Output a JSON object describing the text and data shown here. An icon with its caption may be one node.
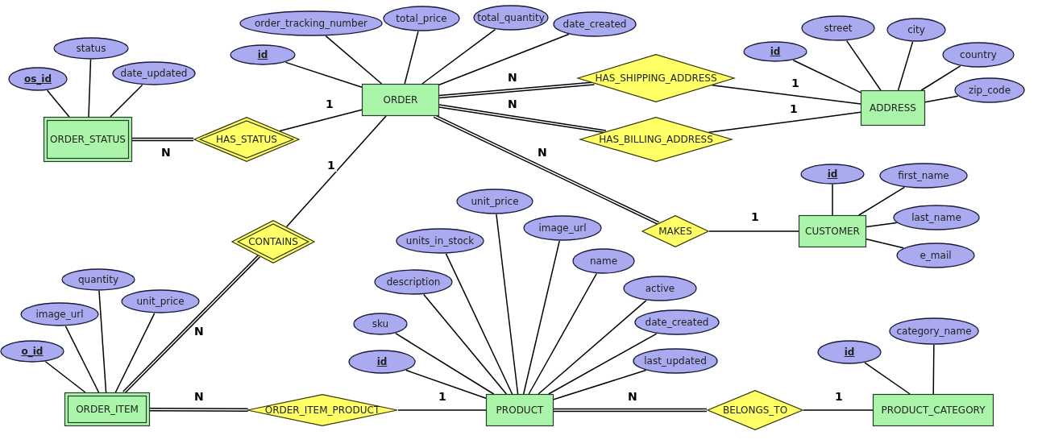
{
  "diagram": {
    "nodes": [
      {
        "text": [
          "status"
        ]
      },
      {
        "text": [
          "os_id"
        ]
      },
      {
        "text": [
          "date_updated"
        ]
      },
      {
        "text": [
          "ORDER_STATUS"
        ]
      },
      {
        "text": [
          "HAS_STATUS"
        ]
      },
      {
        "text": [
          "id"
        ]
      },
      {
        "text": [
          "order_tracking_number"
        ]
      },
      {
        "text": [
          "total_price"
        ]
      },
      {
        "text": [
          "total_quantity"
        ]
      },
      {
        "text": [
          "date_created"
        ]
      },
      {
        "text": [
          "ORDER"
        ]
      },
      {
        "text": [
          "HAS_SHIPPING_ADDRESS"
        ]
      },
      {
        "text": [
          "HAS_BILLING_ADDRESS"
        ]
      },
      {
        "text": [
          "id"
        ]
      },
      {
        "text": [
          "street"
        ]
      },
      {
        "text": [
          "city"
        ]
      },
      {
        "text": [
          "country"
        ]
      },
      {
        "text": [
          "zip_code"
        ]
      },
      {
        "text": [
          "ADDRESS"
        ]
      },
      {
        "text": [
          "MAKES"
        ]
      },
      {
        "text": [
          "id"
        ]
      },
      {
        "text": [
          "first_name"
        ]
      },
      {
        "text": [
          "last_name"
        ]
      },
      {
        "text": [
          "e_mail"
        ]
      },
      {
        "text": [
          "CUSTOMER"
        ]
      },
      {
        "text": [
          "CONTAINS"
        ]
      },
      {
        "text": [
          "quantity"
        ]
      },
      {
        "text": [
          "image_url"
        ]
      },
      {
        "text": [
          "unit_price"
        ]
      },
      {
        "text": [
          "o_id"
        ]
      },
      {
        "text": [
          "ORDER_ITEM"
        ]
      },
      {
        "text": [
          "ORDER_ITEM_PRODUCT"
        ]
      },
      {
        "text": [
          "unit_price"
        ]
      },
      {
        "text": [
          "image_url"
        ]
      },
      {
        "text": [
          "units_in_stock"
        ]
      },
      {
        "text": [
          "name"
        ]
      },
      {
        "text": [
          "description"
        ]
      },
      {
        "text": [
          "active"
        ]
      },
      {
        "text": [
          "sku"
        ]
      },
      {
        "text": [
          "date_created"
        ]
      },
      {
        "text": [
          "id"
        ]
      },
      {
        "text": [
          "last_updated"
        ]
      },
      {
        "text": [
          "PRODUCT"
        ]
      },
      {
        "text": [
          "BELONGS_TO"
        ]
      },
      {
        "text": [
          "id"
        ]
      },
      {
        "text": [
          "category_name"
        ]
      },
      {
        "text": [
          "PRODUCT_CATEGORY"
        ]
      }
    ],
    "edges": [
      {
        "from": 0,
        "to": 3,
        "arrow": "none"
      },
      {
        "from": 1,
        "to": 3,
        "arrow": "none"
      },
      {
        "from": 2,
        "to": 3,
        "arrow": "none"
      },
      {
        "from": 5,
        "to": 10,
        "arrow": "none"
      },
      {
        "from": 6,
        "to": 10,
        "arrow": "none"
      },
      {
        "from": 7,
        "to": 10,
        "arrow": "none"
      },
      {
        "from": 8,
        "to": 10,
        "arrow": "none"
      },
      {
        "from": 9,
        "to": 10,
        "arrow": "none"
      },
      {
        "from": 13,
        "to": 18,
        "arrow": "none"
      },
      {
        "from": 14,
        "to": 18,
        "arrow": "none"
      },
      {
        "from": 15,
        "to": 18,
        "arrow": "none"
      },
      {
        "from": 16,
        "to": 18,
        "arrow": "none"
      },
      {
        "from": 17,
        "to": 18,
        "arrow": "none"
      },
      {
        "from": 20,
        "to": 24,
        "arrow": "none"
      },
      {
        "from": 21,
        "to": 24,
        "arrow": "none"
      },
      {
        "from": 22,
        "to": 24,
        "arrow": "none"
      },
      {
        "from": 23,
        "to": 24,
        "arrow": "none"
      },
      {
        "from": 26,
        "to": 30,
        "arrow": "none"
      },
      {
        "from": 27,
        "to": 30,
        "arrow": "none"
      },
      {
        "from": 28,
        "to": 30,
        "arrow": "none"
      },
      {
        "from": 29,
        "to": 30,
        "arrow": "none"
      },
      {
        "from": 32,
        "to": 42,
        "arrow": "none"
      },
      {
        "from": 33,
        "to": 42,
        "arrow": "none"
      },
      {
        "from": 34,
        "to": 42,
        "arrow": "none"
      },
      {
        "from": 35,
        "to": 42,
        "arrow": "none"
      },
      {
        "from": 36,
        "to": 42,
        "arrow": "none"
      },
      {
        "from": 37,
        "to": 42,
        "arrow": "none"
      },
      {
        "from": 38,
        "to": 42,
        "arrow": "none"
      },
      {
        "from": 39,
        "to": 42,
        "arrow": "none"
      },
      {
        "from": 40,
        "to": 42,
        "arrow": "none"
      },
      {
        "from": 41,
        "to": 42,
        "arrow": "none"
      },
      {
        "from": 44,
        "to": 46,
        "arrow": "none"
      },
      {
        "from": 45,
        "to": 46,
        "arrow": "none"
      },
      {
        "from": 3,
        "to": 4,
        "arrow": "none",
        "label": "N",
        "style": "thick"
      },
      {
        "from": 4,
        "to": 10,
        "arrow": "none",
        "label": "1"
      },
      {
        "from": 10,
        "to": 11,
        "arrow": "none",
        "label": "N",
        "style": "thick"
      },
      {
        "from": 11,
        "to": 18,
        "arrow": "none",
        "label": "1"
      },
      {
        "from": 10,
        "to": 12,
        "arrow": "none",
        "label": "N",
        "style": "thick"
      },
      {
        "from": 12,
        "to": 18,
        "arrow": "none",
        "label": "1"
      },
      {
        "from": 10,
        "to": 19,
        "arrow": "none",
        "label": "N",
        "style": "thick"
      },
      {
        "from": 19,
        "to": 24,
        "arrow": "none",
        "label": "1"
      },
      {
        "from": 10,
        "to": 25,
        "arrow": "none",
        "label": "1"
      },
      {
        "from": 25,
        "to": 30,
        "arrow": "none",
        "label": "N",
        "style": "thick"
      },
      {
        "from": 30,
        "to": 31,
        "arrow": "none",
        "label": "N",
        "style": "thick"
      },
      {
        "from": 31,
        "to": 42,
        "arrow": "none",
        "label": "1"
      },
      {
        "from": 42,
        "to": 43,
        "arrow": "none",
        "label": "N",
        "style": "thick"
      },
      {
        "from": 43,
        "to": 46,
        "arrow": "none",
        "label": "1"
      }
    ]
  }
}
